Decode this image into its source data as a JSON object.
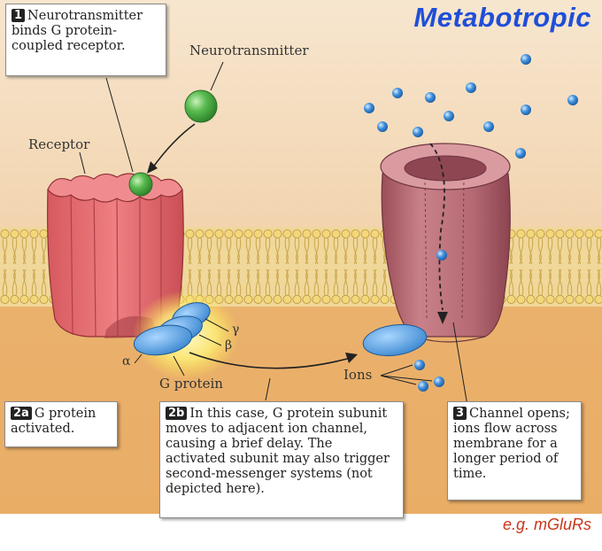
{
  "title": "Metabotropic",
  "example": "e.g. mGluRs",
  "labels": {
    "neurotransmitter": "Neurotransmitter",
    "receptor": "Receptor",
    "ions": "Ions",
    "g_protein": "G protein",
    "gamma": "γ",
    "beta": "β",
    "alpha": "α"
  },
  "steps": [
    {
      "num": "1",
      "text": "Neurotransmitter binds G protein-coupled receptor."
    },
    {
      "num": "2a",
      "text": "G protein activated."
    },
    {
      "num": "2b",
      "text": "In this case, G protein subunit moves to adjacent ion channel, causing a brief delay. The activated subunit may also trigger second-messenger systems (not depicted here)."
    },
    {
      "num": "3",
      "text": "Channel opens; ions flow across membrane for a longer period of time."
    }
  ],
  "colors": {
    "title": "#1f4fd8",
    "example": "#c8361a",
    "extracellular": "#f3d8b6",
    "intracellular": "#e9ae6a",
    "receptor": "#e46a6e",
    "channel": "#b35c66",
    "g_protein": "#4f9fe0",
    "neurotransmitter": "#4fb14f",
    "ion": "#3f8fd6"
  }
}
